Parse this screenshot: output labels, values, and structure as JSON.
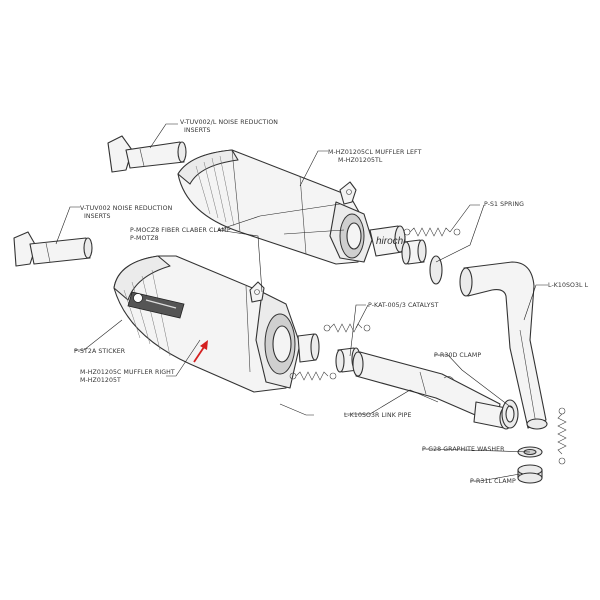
{
  "watermark": "hirochi",
  "labels": {
    "tuv002l": [
      "V-TUV002/L  NOISE REDUCTION",
      "INSERTS"
    ],
    "tuv002": [
      "V-TUV002  NOISE REDUCTION",
      "INSERTS"
    ],
    "muffler_left": [
      "M-HZ01205CL  MUFFLER LEFT",
      "M-HZ01205TL"
    ],
    "spring": [
      "P-S1  SPRING"
    ],
    "clamp_mocz8": [
      "P-MOCZ8  FIBER CLABER CLAMP",
      "P-MOTZ8"
    ],
    "catalyst": [
      "P-KAT-005/3  CATALYST"
    ],
    "link_left": [
      "L-K10SO3L  L"
    ],
    "sticker": [
      "P-ST2A  STICKER"
    ],
    "muffler_right": [
      "M-HZ01205C  MUFFLER RIGHT",
      "M-HZ01205T"
    ],
    "clamp_r30d": [
      "P-R30D  CLAMP"
    ],
    "link_right": [
      "L-K10SO3R  LINK PIPE"
    ],
    "washer": [
      "P-G28  GRAPHITE WASHER"
    ],
    "clamp_r31l": [
      "P-R31L  CLAMP"
    ]
  },
  "colors": {
    "line": "#333333",
    "body": "#f4f4f4",
    "arrow": "#d42020"
  }
}
